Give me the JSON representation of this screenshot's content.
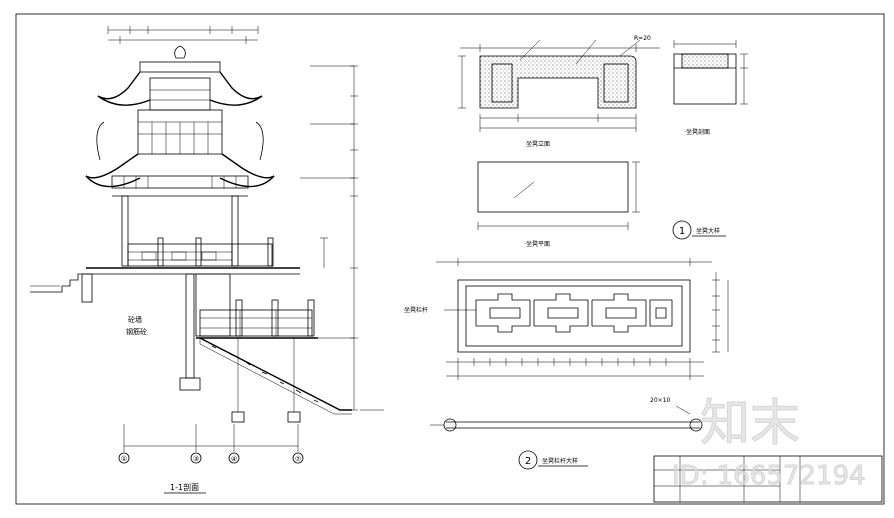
{
  "labels": {
    "section_title": "1-1剖面",
    "section_mid_a": "砼墙",
    "section_mid_b": "钢筋砼",
    "detail_1_num": "1",
    "detail_1_caption": "坐凳大样",
    "detail_2_num": "2",
    "detail_2_caption": "坐凳栏杆大样",
    "seat_front": "坐凳立面",
    "seat_side": "坐凳剖面",
    "seat_plan": "坐凳平面",
    "radius_note": "R=20",
    "rail_label": "坐凳栏杆",
    "rail_size_note": "20×10"
  },
  "axes": [
    "①",
    "③",
    "④",
    "⑦"
  ],
  "watermark": {
    "brand": "知末",
    "id_text": "ID: 166572194"
  },
  "colors": {
    "line": "#000000",
    "paper": "#ffffff",
    "watermark": "#d9d9d9"
  }
}
